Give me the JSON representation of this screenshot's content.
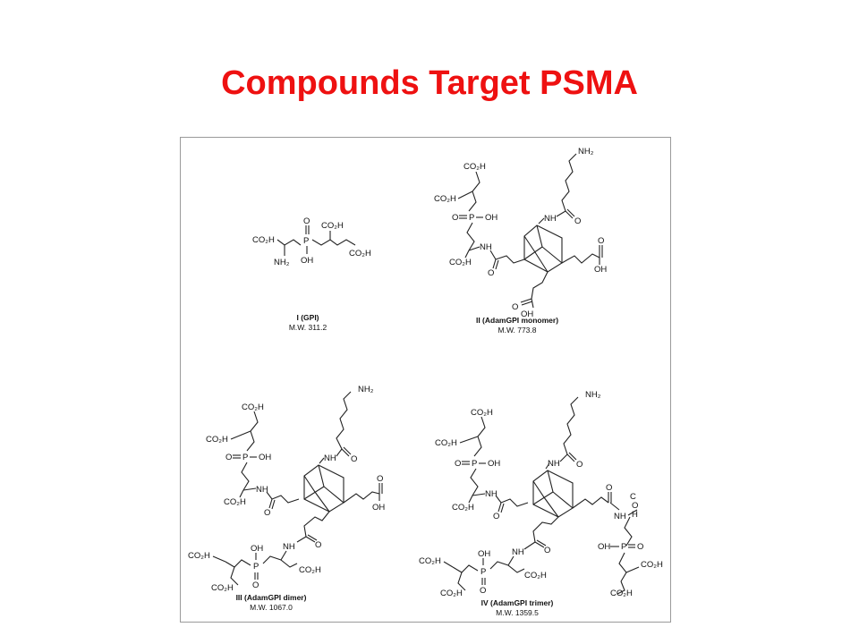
{
  "slide": {
    "title": "Compounds Target PSMA"
  },
  "compounds": [
    {
      "name": "I (GPI)",
      "mw": "M.W. 311.2"
    },
    {
      "name": "II (AdamGPI  monomer)",
      "mw": "M.W. 773.8"
    },
    {
      "name": "III (AdamGPI  dimer)",
      "mw": "M.W. 1067.0"
    },
    {
      "name": "IV (AdamGPI trimer)",
      "mw": "M.W. 1359.5"
    }
  ],
  "atom_labels": {
    "co2h": "CO₂H",
    "nh2": "NH₂",
    "nh": "NH",
    "oh": "OH",
    "p": "P",
    "o": "O",
    "c": "C",
    "h": "H"
  }
}
